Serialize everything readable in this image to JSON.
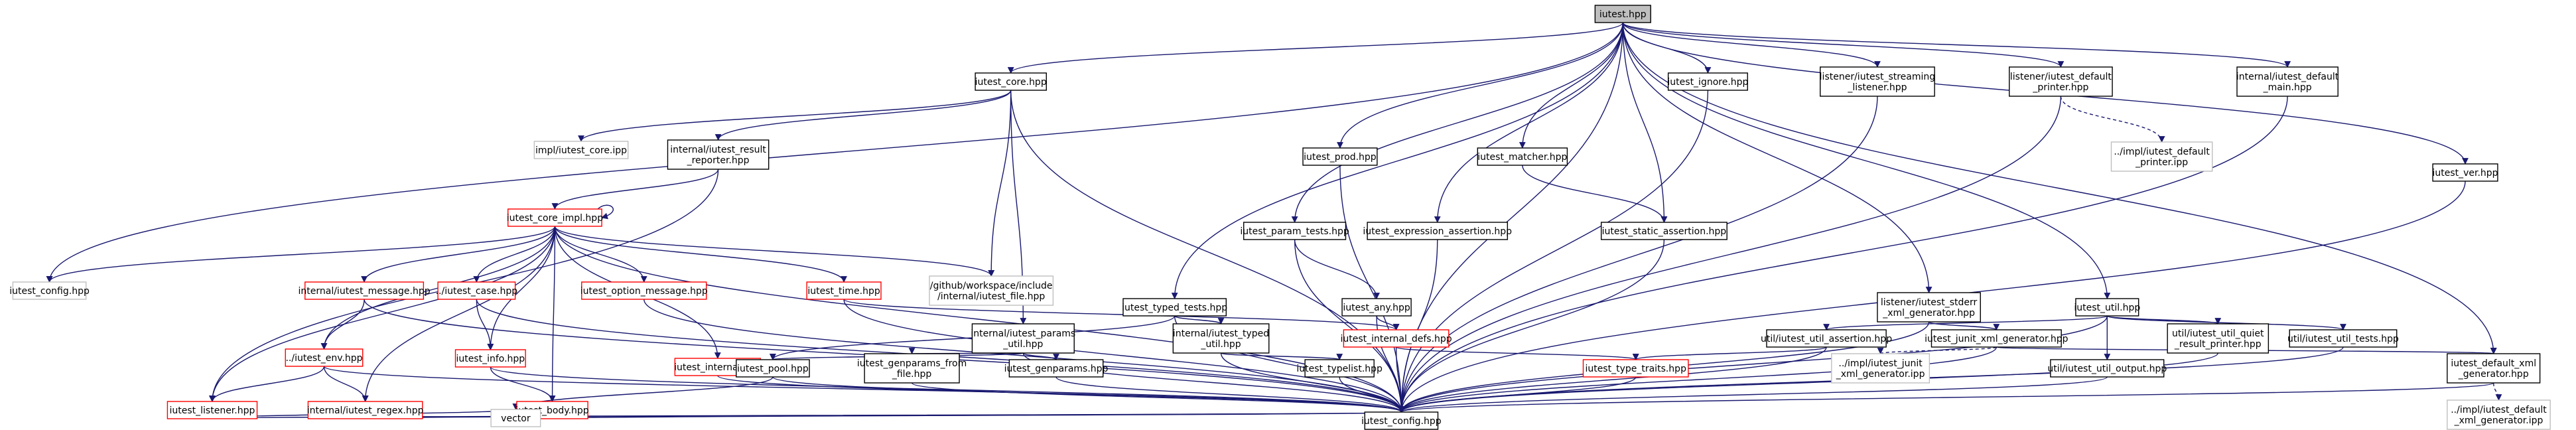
{
  "graph": {
    "colors": {
      "edge": "#191970",
      "node_border": "#000000",
      "node_border_red": "#ff0000",
      "node_border_gray": "#bfbfbf",
      "node_fill": "#ffffff",
      "root_fill": "#bfbfbf",
      "muted_text": "#666666"
    },
    "nodes": [
      {
        "id": "iutest",
        "lines": [
          "iutest.hpp"
        ],
        "kind": "root"
      },
      {
        "id": "iutest_core",
        "lines": [
          "iutest_core.hpp"
        ],
        "kind": "normal"
      },
      {
        "id": "impl_core_ipp",
        "lines": [
          "impl/iutest_core.ipp"
        ],
        "kind": "gray"
      },
      {
        "id": "result_reporter",
        "lines": [
          "internal/iutest_result",
          "_reporter.hpp"
        ],
        "kind": "normal"
      },
      {
        "id": "core_impl",
        "lines": [
          "iutest_core_impl.hpp"
        ],
        "kind": "red"
      },
      {
        "id": "workspace_file",
        "lines": [
          "/github/workspace/include",
          "/internal/iutest_file.hpp"
        ],
        "kind": "gray"
      },
      {
        "id": "config",
        "lines": [
          "iutest_config.hpp"
        ],
        "kind": "gray"
      },
      {
        "id": "internal_message",
        "lines": [
          "internal/iutest_message.hpp"
        ],
        "kind": "red"
      },
      {
        "id": "case",
        "lines": [
          "../iutest_case.hpp"
        ],
        "kind": "red"
      },
      {
        "id": "option_message",
        "lines": [
          "iutest_option_message.hpp"
        ],
        "kind": "red"
      },
      {
        "id": "time",
        "lines": [
          "iutest_time.hpp"
        ],
        "kind": "red"
      },
      {
        "id": "env",
        "lines": [
          "../iutest_env.hpp"
        ],
        "kind": "red"
      },
      {
        "id": "info",
        "lines": [
          "iutest_info.hpp"
        ],
        "kind": "red"
      },
      {
        "id": "internal",
        "lines": [
          "iutest_internal.hpp"
        ],
        "kind": "red"
      },
      {
        "id": "listener",
        "lines": [
          "iutest_listener.hpp"
        ],
        "kind": "red"
      },
      {
        "id": "regex",
        "lines": [
          "internal/iutest_regex.hpp"
        ],
        "kind": "red"
      },
      {
        "id": "body",
        "lines": [
          "iutest_body.hpp"
        ],
        "kind": "red"
      },
      {
        "id": "vector",
        "lines": [
          "vector"
        ],
        "kind": "gray"
      },
      {
        "id": "prod",
        "lines": [
          "iutest_prod.hpp"
        ],
        "kind": "normal"
      },
      {
        "id": "matcher",
        "lines": [
          "iutest_matcher.hpp"
        ],
        "kind": "normal"
      },
      {
        "id": "ignore",
        "lines": [
          "iutest_ignore.hpp"
        ],
        "kind": "normal"
      },
      {
        "id": "streaming",
        "lines": [
          "listener/iutest_streaming",
          "_listener.hpp"
        ],
        "kind": "normal"
      },
      {
        "id": "default_printer",
        "lines": [
          "listener/iutest_default",
          "_printer.hpp"
        ],
        "kind": "normal"
      },
      {
        "id": "default_printer_ipp",
        "lines": [
          "../impl/iutest_default",
          "_printer.ipp"
        ],
        "kind": "gray"
      },
      {
        "id": "default_main",
        "lines": [
          "internal/iutest_default",
          "_main.hpp"
        ],
        "kind": "normal"
      },
      {
        "id": "param_tests",
        "lines": [
          "iutest_param_tests.hpp"
        ],
        "kind": "normal"
      },
      {
        "id": "expression_assertion",
        "lines": [
          "iutest_expression_assertion.hpp"
        ],
        "kind": "normal"
      },
      {
        "id": "static_assertion",
        "lines": [
          "iutest_static_assertion.hpp"
        ],
        "kind": "normal"
      },
      {
        "id": "ver",
        "lines": [
          "iutest_ver.hpp"
        ],
        "kind": "normal"
      },
      {
        "id": "typed_tests",
        "lines": [
          "iutest_typed_tests.hpp"
        ],
        "kind": "normal"
      },
      {
        "id": "any",
        "lines": [
          "iutest_any.hpp"
        ],
        "kind": "normal"
      },
      {
        "id": "stderr_xml",
        "lines": [
          "listener/iutest_stderr",
          "_xml_generator.hpp"
        ],
        "kind": "normal"
      },
      {
        "id": "util",
        "lines": [
          "iutest_util.hpp"
        ],
        "kind": "normal"
      },
      {
        "id": "params_util",
        "lines": [
          "internal/iutest_params",
          "_util.hpp"
        ],
        "kind": "normal"
      },
      {
        "id": "internal_typed_util",
        "lines": [
          "internal/iutest_typed",
          "_util.hpp"
        ],
        "kind": "normal"
      },
      {
        "id": "internal_defs",
        "lines": [
          "iutest_internal_defs.hpp"
        ],
        "kind": "red"
      },
      {
        "id": "util_assertion",
        "lines": [
          "util/iutest_util_assertion.hpp"
        ],
        "kind": "normal"
      },
      {
        "id": "junit_xml",
        "lines": [
          "iutest_junit_xml_generator.hpp"
        ],
        "kind": "normal"
      },
      {
        "id": "util_quiet",
        "lines": [
          "util/iutest_util_quiet",
          "_result_printer.hpp"
        ],
        "kind": "normal"
      },
      {
        "id": "util_tests",
        "lines": [
          "util/iutest_util_tests.hpp"
        ],
        "kind": "normal"
      },
      {
        "id": "default_xml",
        "lines": [
          "iutest_default_xml",
          "_generator.hpp"
        ],
        "kind": "normal"
      },
      {
        "id": "pool",
        "lines": [
          "iutest_pool.hpp"
        ],
        "kind": "normal"
      },
      {
        "id": "genparams_file",
        "lines": [
          "iutest_genparams_from",
          "_file.hpp"
        ],
        "kind": "normal"
      },
      {
        "id": "genparams",
        "lines": [
          "iutest_genparams.hpp"
        ],
        "kind": "normal"
      },
      {
        "id": "typelist",
        "lines": [
          "iutest_typelist.hpp"
        ],
        "kind": "normal"
      },
      {
        "id": "type_traits",
        "lines": [
          "iutest_type_traits.hpp"
        ],
        "kind": "red"
      },
      {
        "id": "junit_ipp",
        "lines": [
          "../impl/iutest_junit",
          "_xml_generator.ipp"
        ],
        "kind": "gray"
      },
      {
        "id": "util_output",
        "lines": [
          "util/iutest_util_output.hpp"
        ],
        "kind": "normal"
      },
      {
        "id": "default_xml_ipp",
        "lines": [
          "../impl/iutest_default",
          "_xml_generator.ipp"
        ],
        "kind": "gray"
      },
      {
        "id": "config_bottom",
        "lines": [
          "iutest_config.hpp"
        ],
        "kind": "normal"
      }
    ]
  }
}
